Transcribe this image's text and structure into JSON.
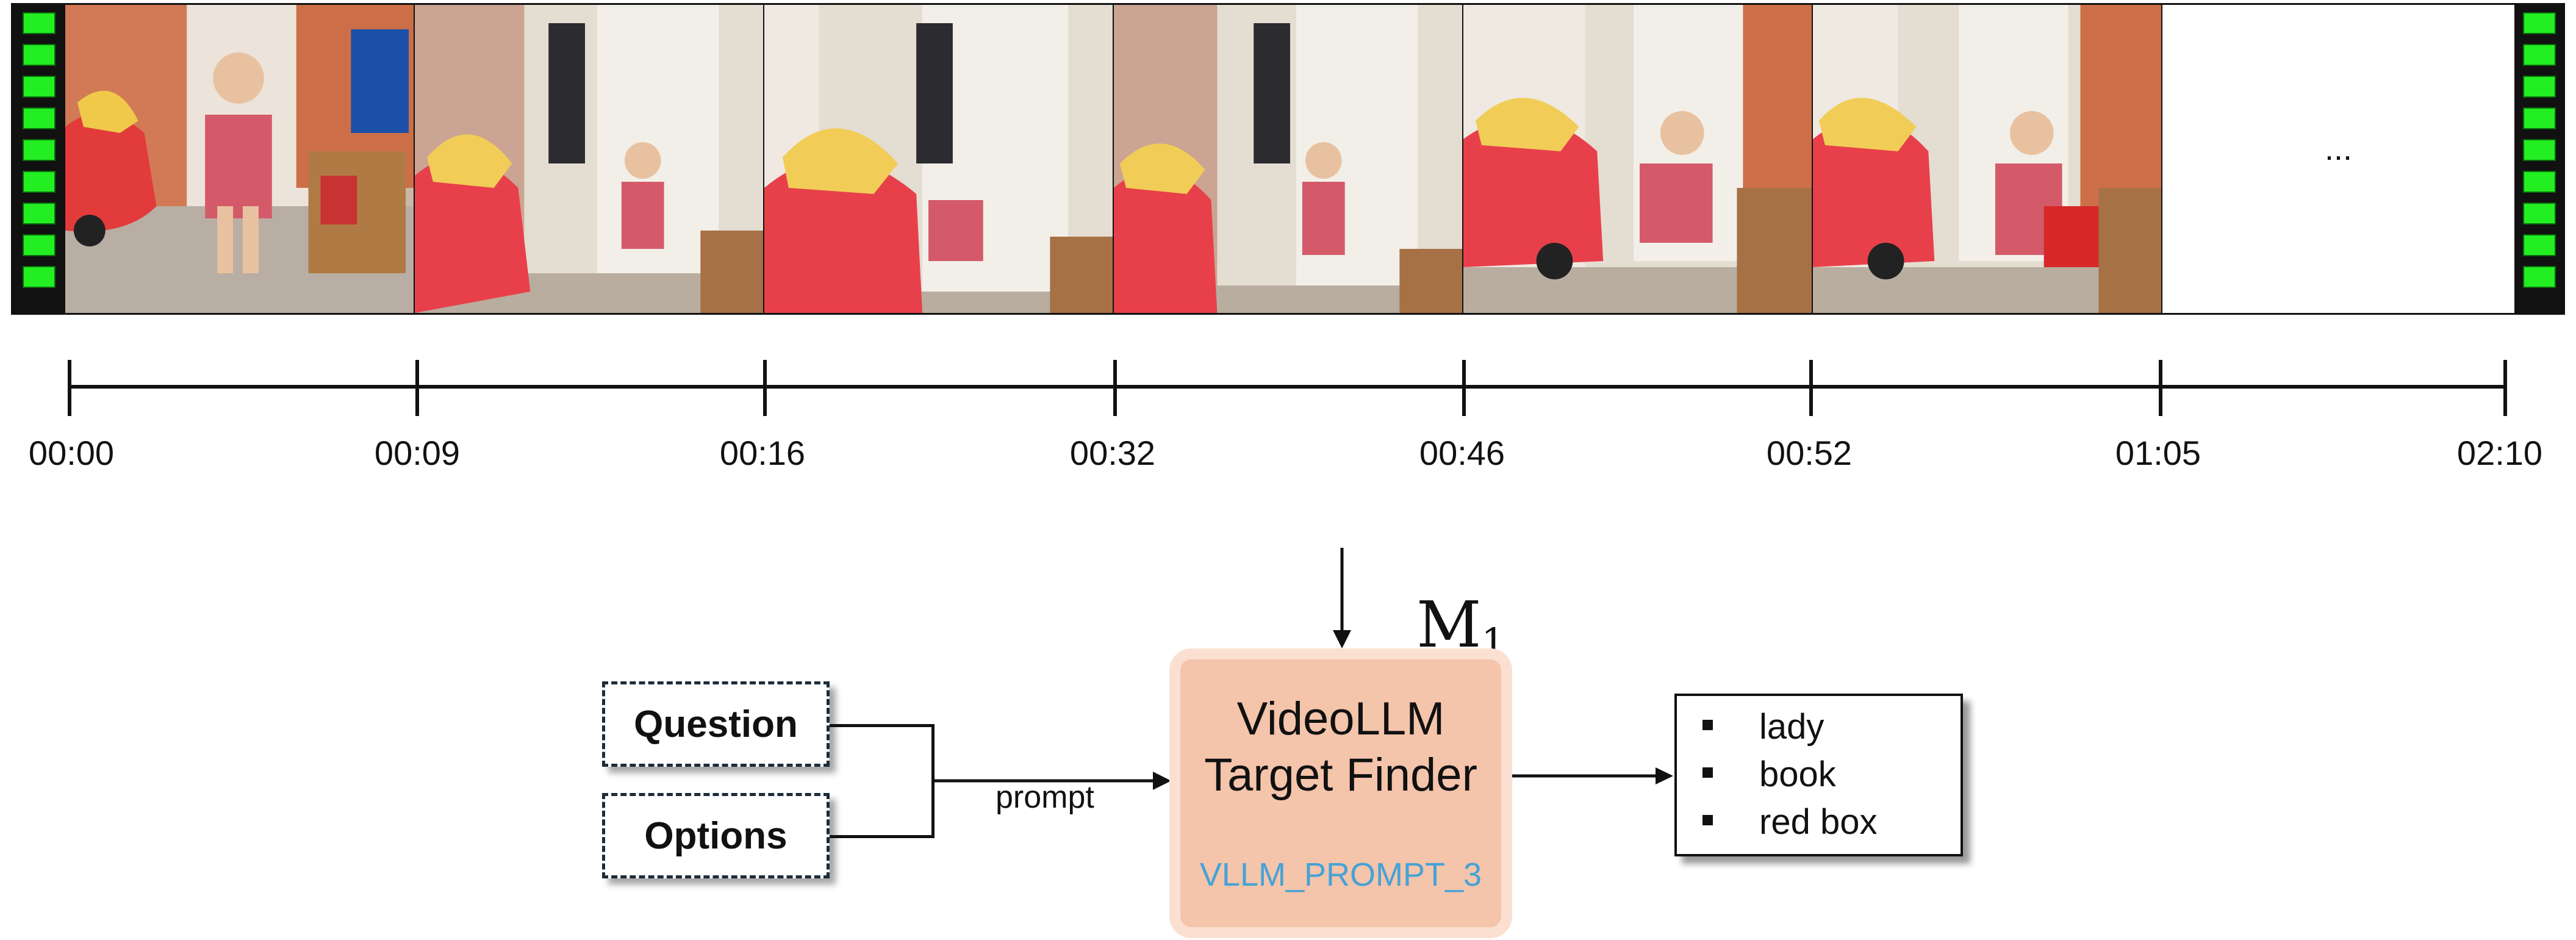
{
  "filmstrip": {
    "frame_count": 7,
    "placeholder_text": "..."
  },
  "timeline": {
    "labels": [
      "00:00",
      "00:09",
      "00:16",
      "00:32",
      "00:46",
      "00:52",
      "01:05",
      "02:10"
    ]
  },
  "inputs": {
    "question": "Question",
    "options": "Options"
  },
  "connector_label": "prompt",
  "model": {
    "symbol": "M",
    "subscript": "1"
  },
  "finder": {
    "title_line1": "VideoLLM",
    "title_line2": "Target Finder",
    "prompt_id": "VLLM_PROMPT_3"
  },
  "output": {
    "items": [
      "lady",
      "book",
      "red box"
    ]
  },
  "colors": {
    "sprocket": "#22ee22",
    "finder_fill": "#f4c4ab",
    "finder_border": "#fbe0d2",
    "prompt_id": "#45a3d6"
  }
}
